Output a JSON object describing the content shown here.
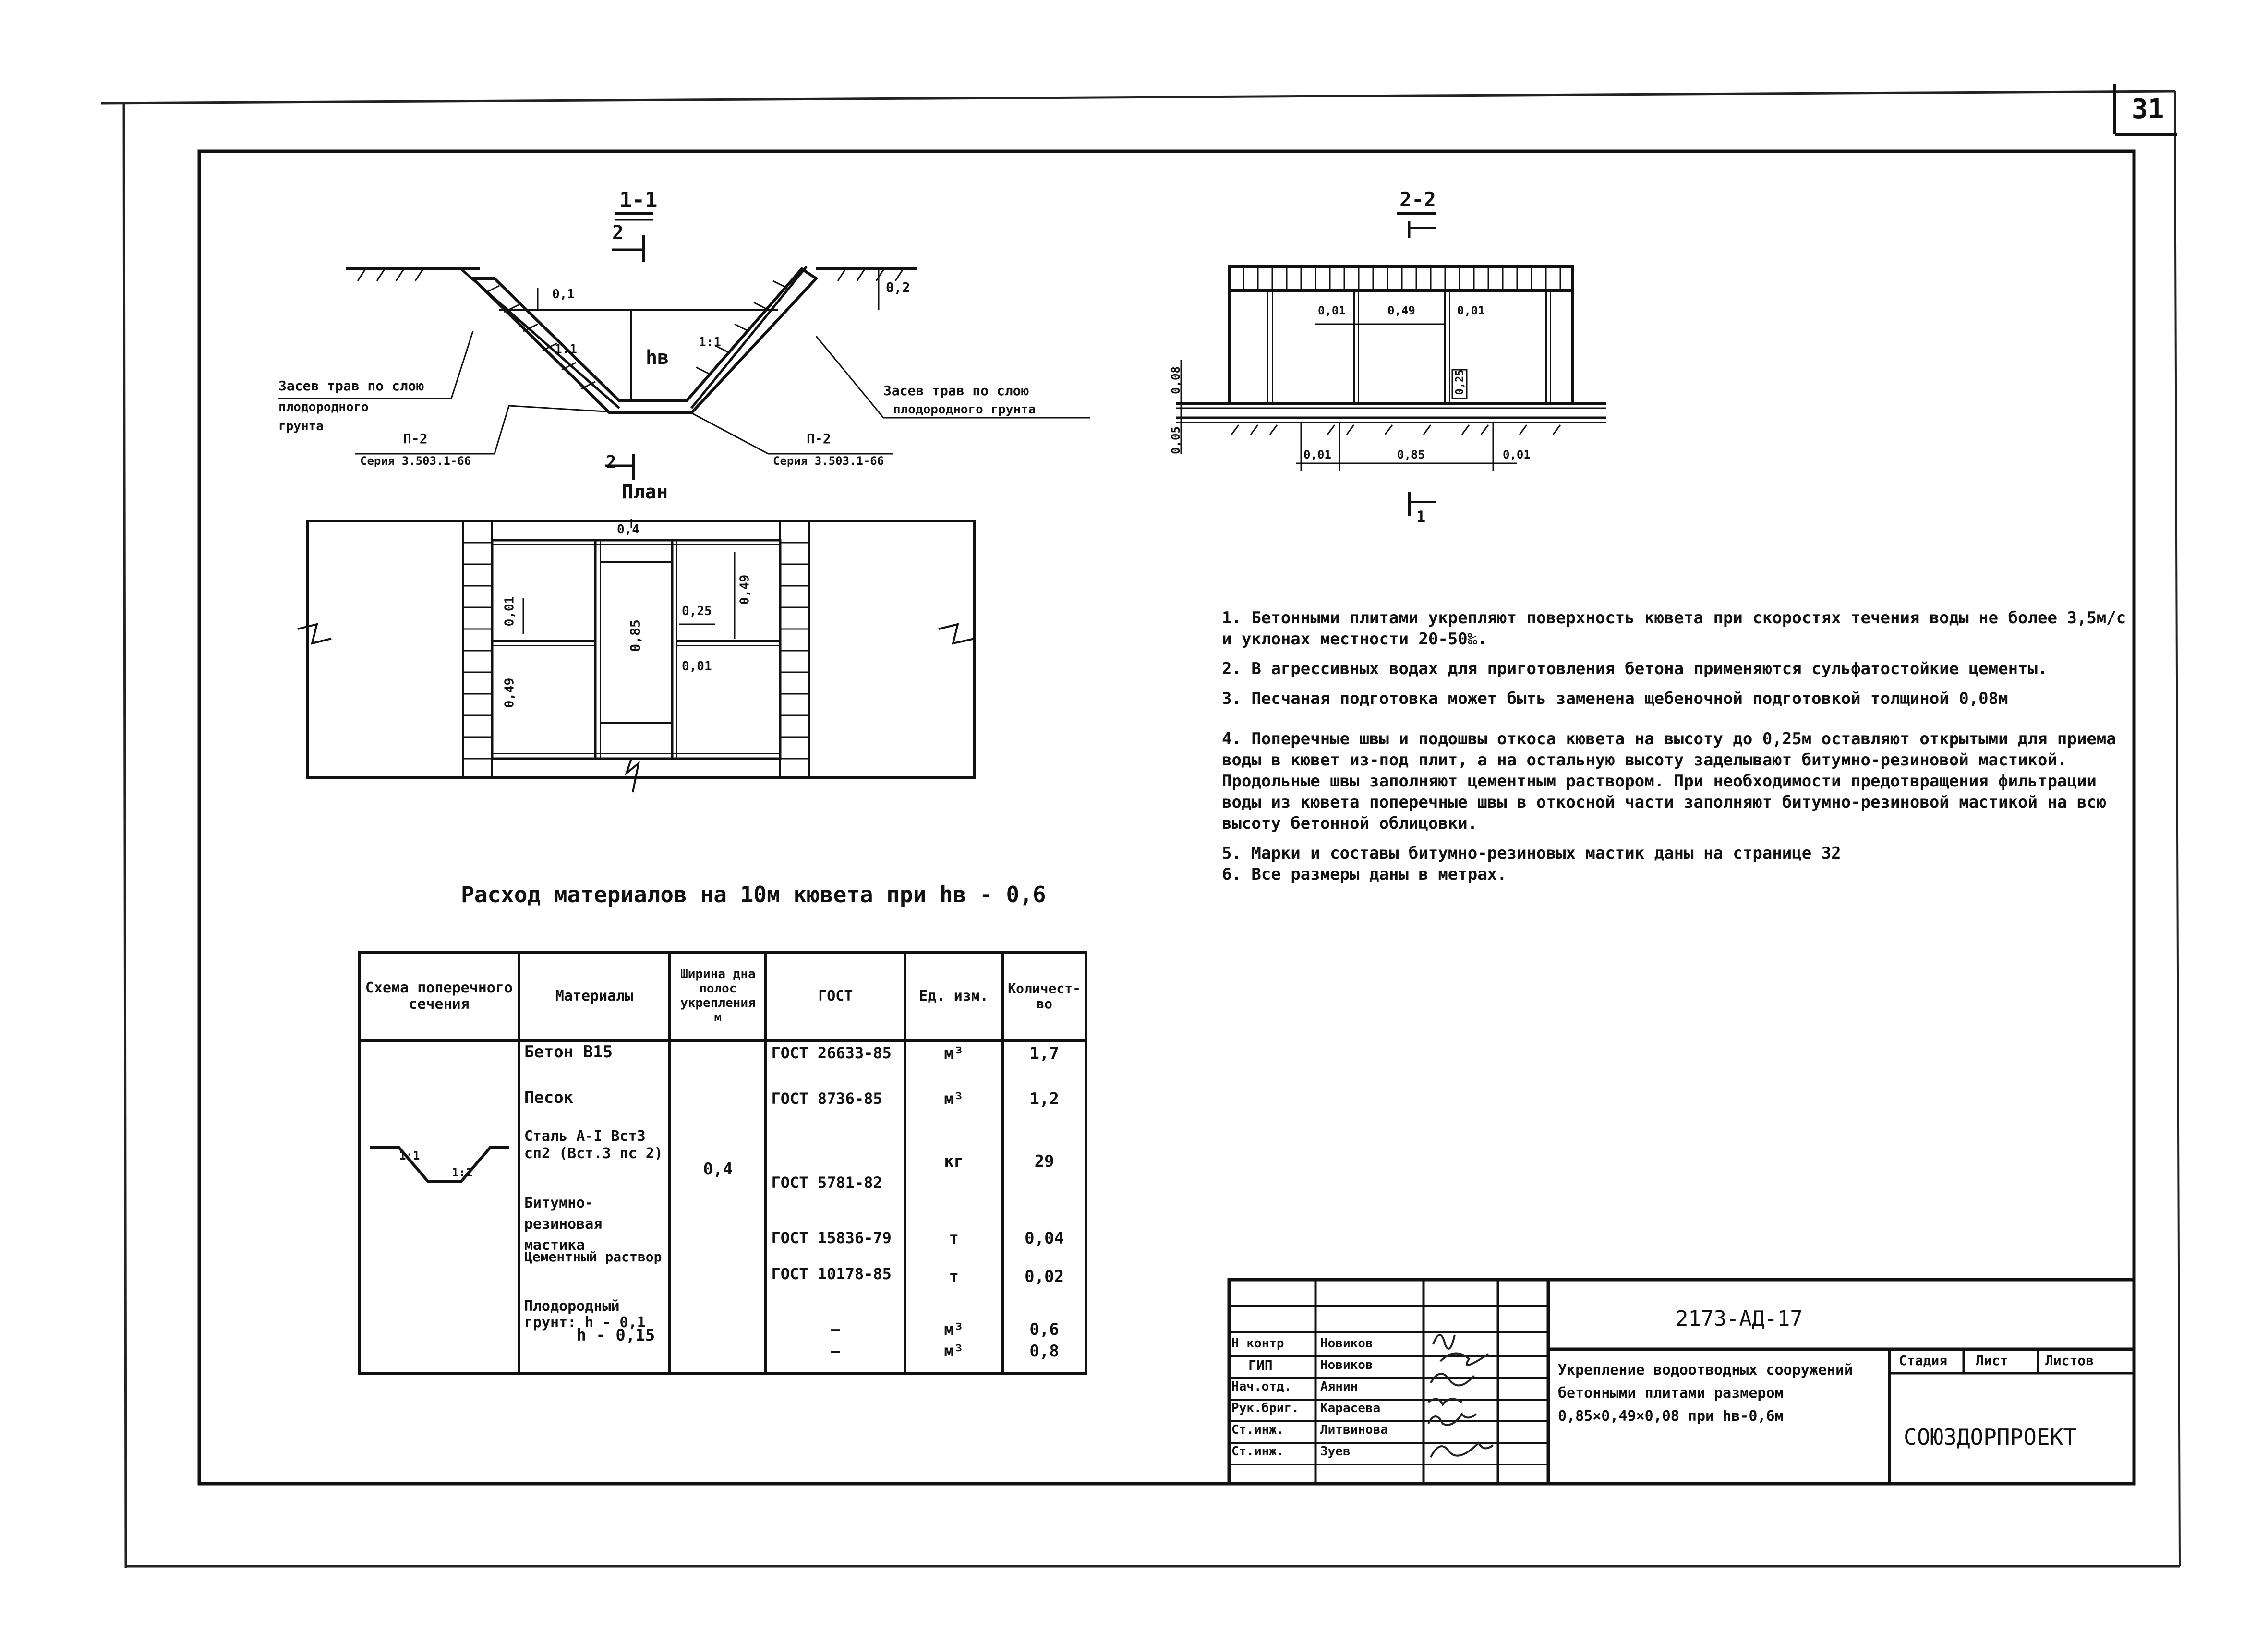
{
  "sheet": {
    "page_number": "31"
  },
  "section_1": {
    "label": "1-1",
    "arrow": "2",
    "arrow_bottom": "2",
    "hv_label": "hв",
    "dim_01": "0,1",
    "dim_02": "0,2",
    "slope_left": "1:1",
    "slope_right": "1:1"
  },
  "section_1_callouts": {
    "left_grass": [
      "Засев трав по слою",
      "плодородного",
      "грунта"
    ],
    "right_grass": [
      "Засев трав по слою",
      "плодородного грунта"
    ],
    "left_p": "П-2",
    "left_series": "Серия 3.503.1-66",
    "right_p": "П-2",
    "right_series": "Серия 3.503.1-66"
  },
  "section_2": {
    "label": "2-2",
    "d1": "0,01",
    "d2": "0,49",
    "d3": "0,01",
    "d4": "0,25",
    "d5": "0,08",
    "d6": "0,05",
    "b1": "0,01",
    "b2": "0,85",
    "b3": "0,01",
    "arrow": "1"
  },
  "plan": {
    "title": "План",
    "d1": "0,4",
    "d2": "0,01",
    "d3": "0,85",
    "d4": "0,25",
    "d5": "0,49",
    "d6": "0,01",
    "d7": "0,49"
  },
  "table_title": "Расход материалов на 10м кювета при hв - 0,6",
  "table": {
    "headers": [
      "Схема поперечного сечения",
      "Материалы",
      "Ширина дна полос укрепления м",
      "ГОСТ",
      "Ед. изм.",
      "Количест-во"
    ],
    "width_value": "0,4",
    "slope_label_left": "1:1",
    "slope_label_right": "1:1",
    "rows": [
      {
        "material": "Бетон В15",
        "gost": "ГОСТ 26633-85",
        "unit": "м³",
        "qty": "1,7"
      },
      {
        "material": "Песок",
        "gost": "ГОСТ 8736-85",
        "unit": "м³",
        "qty": "1,2"
      },
      {
        "material": "Сталь А-I Вст3 сп2 (Вст.3 пс 2)",
        "gost": "ГОСТ 5781-82",
        "unit": "кг",
        "qty": "29"
      },
      {
        "material": "Битумно-резиновая мастика",
        "gost": "ГОСТ 15836-79",
        "unit": "т",
        "qty": "0,04"
      },
      {
        "material": "Цементный раствор",
        "gost": "ГОСТ 10178-85",
        "unit": "т",
        "qty": "0,02"
      },
      {
        "material": "Плодородный грунт: h - 0,1",
        "gost": "—",
        "unit": "м³",
        "qty": "0,6"
      },
      {
        "material": "h - 0,15",
        "gost": "—",
        "unit": "м³",
        "qty": "0,8"
      }
    ]
  },
  "notes": [
    "1. Бетонными плитами укрепляют поверхность кювета при скоростях течения воды не более 3,5м/с и уклонах местности 20-50‰.",
    "2. В агрессивных водах для приготовления бетона применяются сульфатостойкие цементы.",
    "3. Песчаная подготовка может быть заменена щебеночной подготовкой толщиной 0,08м",
    "4. Поперечные швы и подошвы откоса кювета на высоту до 0,25м оставляют открытыми для приема воды в кювет из-под плит, а на остальную высоту заделывают битумно-резиновой мастикой. Продольные швы заполняют цементным раствором. При необходимости предотвращения фильтрации воды из кювета поперечные швы в откосной части заполняют битумно-резиновой мастикой на всю высоту бетонной облицовки.",
    "5. Марки и составы битумно-резиновых мастик даны на странице 32",
    "6. Все размеры даны в метрах."
  ],
  "stamp": {
    "code": "2173-АД-17",
    "roles": [
      "Н контр",
      "ГИП",
      "Нач.отд.",
      "Рук.бриг.",
      "Ст.инж.",
      "Ст.инж."
    ],
    "names": [
      "Новиков",
      "Новиков",
      "Аянин",
      "Карасева",
      "Литвинова",
      "Зуев"
    ],
    "description": "Укрепление водоотводных сооружений бетонными плитами размером 0,85×0,49×0,08 при hв-0,6м",
    "stage_label": "Стадия",
    "sheet_label": "Лист",
    "sheets_label": "Листов",
    "org": "СОЮЗДОРПРОЕКТ"
  }
}
